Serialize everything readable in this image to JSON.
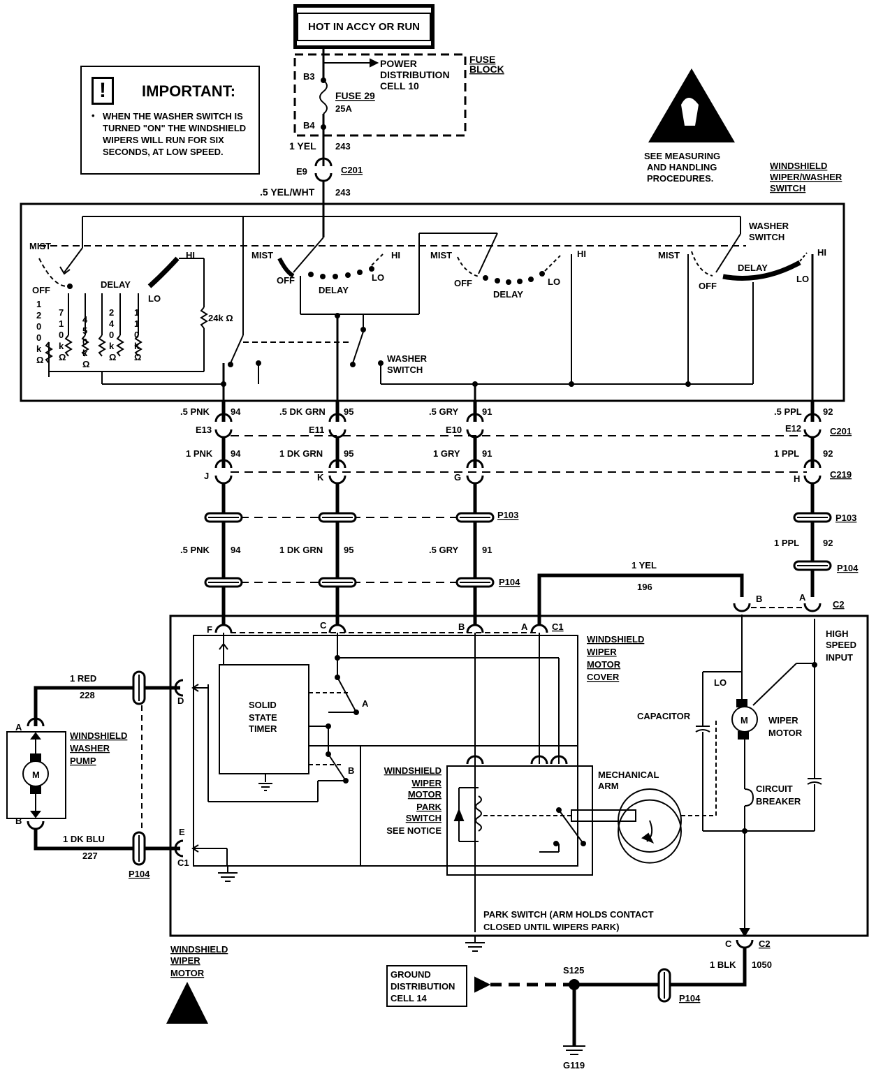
{
  "header": {
    "title": "HOT IN ACCY OR RUN"
  },
  "important": {
    "mark": "!",
    "title": "IMPORTANT:",
    "bullet": "•",
    "note": "WHEN THE WASHER SWITCH IS TURNED \"ON\" THE WINDSHIELD WIPERS WILL RUN FOR SIX SECONDS, AT LOW SPEED."
  },
  "fuse_block": {
    "title_line1": "FUSE",
    "title_line2": "BLOCK",
    "power_dist_line1": "POWER",
    "power_dist_line2": "DISTRIBUTION",
    "power_dist_line3": "CELL 10",
    "fuse_name": "FUSE 29",
    "fuse_rating": "25A",
    "pin_top": "B3",
    "pin_bottom": "B4"
  },
  "esd": {
    "line1": "SEE MEASURING",
    "line2": "AND HANDLING",
    "line3": "PROCEDURES."
  },
  "wiper_switch": {
    "title_line1": "WINDSHIELD",
    "title_line2": "WIPER/WASHER",
    "title_line3": "SWITCH",
    "mist": "MIST",
    "off": "OFF",
    "delay": "DELAY",
    "hi": "HI",
    "lo": "LO",
    "washer_switch_line1": "WASHER",
    "washer_switch_line2": "SWITCH",
    "resistor_24k": "24k Ω",
    "resistors": [
      "1200kΩ",
      "710kΩ",
      "450kΩ",
      "240kΩ",
      "110kΩ"
    ]
  },
  "wires_top": {
    "feed_gauge": "1 YEL",
    "feed_circuit": "243",
    "c201_pin": "E9",
    "c201": "C201",
    "out_gauge": ".5 YEL/WHT",
    "out_circuit": "243"
  },
  "wires": [
    {
      "gauge": ".5 PNK",
      "circuit": "94",
      "c201_pin": "E13",
      "gauge2": "1 PNK",
      "c219_pin": "J",
      "gauge3": ".5 PNK"
    },
    {
      "gauge": ".5 DK GRN",
      "circuit": "95",
      "c201_pin": "E11",
      "gauge2": "1 DK GRN",
      "c219_pin": "K",
      "gauge3": "1 DK GRN"
    },
    {
      "gauge": ".5 GRY",
      "circuit": "91",
      "c201_pin": "E10",
      "gauge2": "1 GRY",
      "c219_pin": "G",
      "gauge3": ".5 GRY"
    },
    {
      "gauge": ".5 PPL",
      "circuit": "92",
      "c201_pin": "E12",
      "gauge2": "1 PPL",
      "c219_pin": "H",
      "gauge3": "1 PPL"
    }
  ],
  "connectors": {
    "c201": "C201",
    "c219": "C219",
    "p103": "P103",
    "p104": "P104",
    "c1": "C1",
    "c2": "C2"
  },
  "yel_wire": {
    "gauge": "1 YEL",
    "circuit": "196"
  },
  "motor": {
    "pins_c1": [
      "F",
      "C",
      "B",
      "A"
    ],
    "pins_c2": [
      "B",
      "A"
    ],
    "cover_line1": "WINDSHIELD",
    "cover_line2": "WIPER",
    "cover_line3": "MOTOR",
    "cover_line4": "COVER",
    "timer_line1": "SOLID",
    "timer_line2": "STATE",
    "timer_line3": "TIMER",
    "relay_a": "A",
    "relay_b": "B",
    "high_speed_line1": "HIGH",
    "high_speed_line2": "SPEED",
    "high_speed_line3": "INPUT",
    "lo": "LO",
    "capacitor": "CAPACITOR",
    "m": "M",
    "wiper_motor_line1": "WIPER",
    "wiper_motor_line2": "MOTOR",
    "circuit_breaker_line1": "CIRCUIT",
    "circuit_breaker_line2": "BREAKER",
    "mech_arm_line1": "MECHANICAL",
    "mech_arm_line2": "ARM",
    "park_line1": "WINDSHIELD",
    "park_line2": "WIPER",
    "park_line3": "MOTOR",
    "park_line4": "PARK",
    "park_line5": "SWITCH",
    "park_line6": "SEE NOTICE",
    "park_note_line1": "PARK SWITCH (ARM HOLDS CONTACT",
    "park_note_line2": "CLOSED UNTIL WIPERS PARK)",
    "title_line1": "WINDSHIELD",
    "title_line2": "WIPER",
    "title_line3": "MOTOR",
    "pin_d": "D",
    "pin_e": "E",
    "pin_c1": "C1"
  },
  "pump": {
    "red_gauge": "1 RED",
    "red_circuit": "228",
    "blu_gauge": "1 DK BLU",
    "blu_circuit": "227",
    "pin_a": "A",
    "pin_b": "B",
    "m": "M",
    "title_line1": "WINDSHIELD",
    "title_line2": "WASHER",
    "title_line3": "PUMP",
    "p104": "P104"
  },
  "ground": {
    "c2_pin": "C",
    "c2": "C2",
    "gauge": "1 BLK",
    "circuit": "1050",
    "p104": "P104",
    "splice": "S125",
    "ground_id": "G119",
    "box_line1": "GROUND",
    "box_line2": "DISTRIBUTION",
    "box_line3": "CELL 14"
  }
}
